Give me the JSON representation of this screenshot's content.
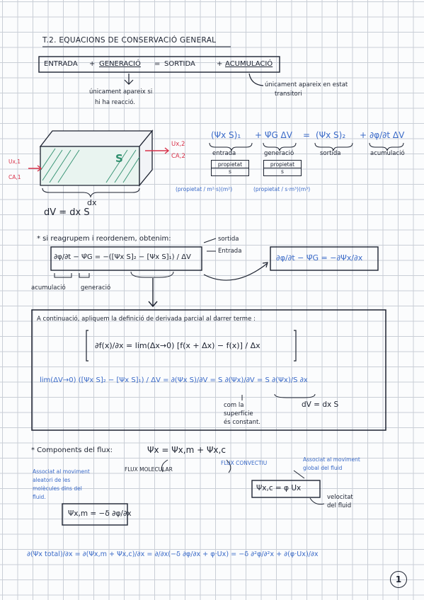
{
  "title": "T.2. EQUACIONS DE CONSERVACIÓ GENERAL",
  "main_equation": {
    "entrada": "ENTRADA",
    "plus": "+",
    "generacio": "GENERACIÓ",
    "equals": "=",
    "sortida": "SORTIDA",
    "acumulacio": "ACUMULACIÓ"
  },
  "notes": {
    "gen_note_1": "únicament apareix si",
    "gen_note_2": "hi ha reacció.",
    "acc_note_1": "únicament apareix en estat",
    "acc_note_2": "transitori"
  },
  "volume": {
    "ux1": "Ux,1",
    "ca1": "CA,1",
    "ux2": "Ux,2",
    "ca2": "CA,2",
    "s_label": "S",
    "dx": "dx",
    "dv_eq": "dV = dx S"
  },
  "balance": {
    "term_in": "(Ψx S)₁",
    "plus": "+",
    "term_gen": "Ψ̇G ΔV",
    "equals": "=",
    "term_out": "(Ψx S)₂",
    "term_acc": "∂φ/∂t ΔV",
    "lbl_in": "entrada",
    "lbl_gen": "generació",
    "lbl_out": "sortida",
    "lbl_acc": "acumulació",
    "unit1_top": "propietat",
    "unit1_bot": "s",
    "unit2_top": "propietat",
    "unit2_bot": "s",
    "unit3": "(propietat / m²·s)(m²)",
    "unit4": "(propietat / s·m³)(m³)"
  },
  "regrouping": {
    "note": "* si reagrupem i reordenem, obtenim:",
    "eq_left": "∂φ/∂t − Ψ̇G = −([Ψx S]₂ − [Ψx S]₁) / ΔV",
    "sortida": "sortida",
    "entrada": "Entrada",
    "lbl_acc": "acumulació",
    "lbl_gen": "generació",
    "eq_right": "∂φ/∂t − Ψ̇G = −∂Ψx/∂x"
  },
  "derivative": {
    "intro": "A continuació, apliquem la definició de derivada parcial al darrer terme :",
    "def": "∂f(x)/∂x = lim(Δx→0) [f(x + Δx) − f(x)] / Δx",
    "limit": "lim(ΔV→0) ([Ψx S]₂ − [Ψx S]₁) / ΔV = ∂(Ψx S)/∂V = S ∂(Ψx)/∂V = S ∂(Ψx)/S ∂x",
    "note_1": "com la",
    "note_2": "superfície",
    "note_3": "és constant.",
    "dv_eq": "dV = dx S"
  },
  "flux": {
    "heading": "* Components del flux:",
    "eq": "Ψx = Ψx,m + Ψx,c",
    "mol_label": "FLUX MOLECULAR",
    "conv_label": "FLUX CONVECTIU",
    "mol_note_1": "Associat al moviment",
    "mol_note_2": "aleatori de les",
    "mol_note_3": "molècules dins del",
    "mol_note_4": "fluid.",
    "conv_note_1": "Associat al moviment",
    "conv_note_2": "global del fluid",
    "mol_eq": "Ψx,m = −δ ∂φ/∂x",
    "conv_eq": "Ψx,c = φ Ux",
    "velocity_1": "velocitat",
    "velocity_2": "del fluid"
  },
  "final_eq": "∂(Ψx total)/∂x = ∂(Ψx,m + Ψx,c)/∂x = ∂/∂x(−δ ∂φ/∂x + φ·Ux) = −δ ∂²φ/∂²x + ∂(φ·Ux)/∂x",
  "page_number": "1"
}
